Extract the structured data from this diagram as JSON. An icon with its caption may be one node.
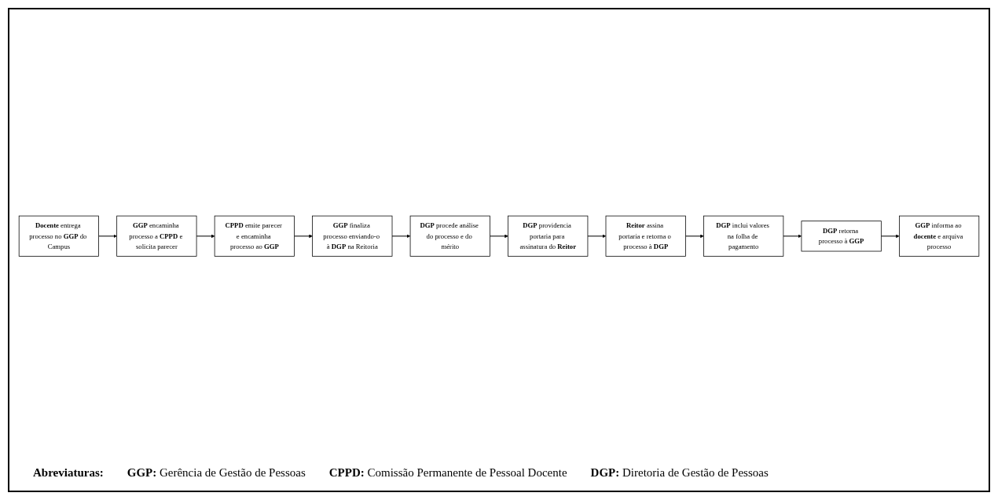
{
  "diagram": {
    "nodes": [
      {
        "text": [
          "**Docente** entrega processo no **GGP** do Campus"
        ]
      },
      {
        "text": [
          "**GGP** encaminha processo a **CPPD** e solicita parecer"
        ]
      },
      {
        "text": [
          "**CPPD** emite parecer e encaminha processo ao **GGP**"
        ]
      },
      {
        "text": [
          "**GGP** finaliza processo enviando-o à **DGP** na Reitoria"
        ]
      },
      {
        "text": [
          "**DGP** inclui valores na folha de pagamento"
        ]
      },
      {
        "text": [
          "**Reitor** assina portaria e retorna o processo à **DGP**"
        ]
      },
      {
        "text": [
          "**DGP** providencia portaria para assinatura do **Reitor**"
        ]
      },
      {
        "text": [
          "**DGP** procede análise do processo e do mérito"
        ]
      },
      {
        "text": [
          "**DGP** retorna processo à **GGP**"
        ]
      },
      {
        "text": [
          "**GGP** informa ao **docente** e arquiva processo"
        ]
      }
    ],
    "edges": [
      {
        "from": 0,
        "to": 1,
        "arrow": "to"
      },
      {
        "from": 1,
        "to": 2,
        "arrow": "to"
      },
      {
        "from": 2,
        "to": 3,
        "arrow": "to"
      },
      {
        "from": 3,
        "to": 7,
        "arrow": "to"
      },
      {
        "from": 7,
        "to": 6,
        "arrow": "to"
      },
      {
        "from": 6,
        "to": 5,
        "arrow": "to"
      },
      {
        "from": 5,
        "to": 4,
        "arrow": "to"
      },
      {
        "from": 4,
        "to": 8,
        "arrow": "to"
      },
      {
        "from": 8,
        "to": 9,
        "arrow": "to"
      }
    ],
    "labels": [
      "Abreviaturas:",
      "**GGP:** Gerência de Gestão de Pessoas",
      "**CPPD:** Comissão Permanente de Pessoal Docente",
      "**DGP:** Diretoria de Gestão de Pessoas"
    ]
  }
}
